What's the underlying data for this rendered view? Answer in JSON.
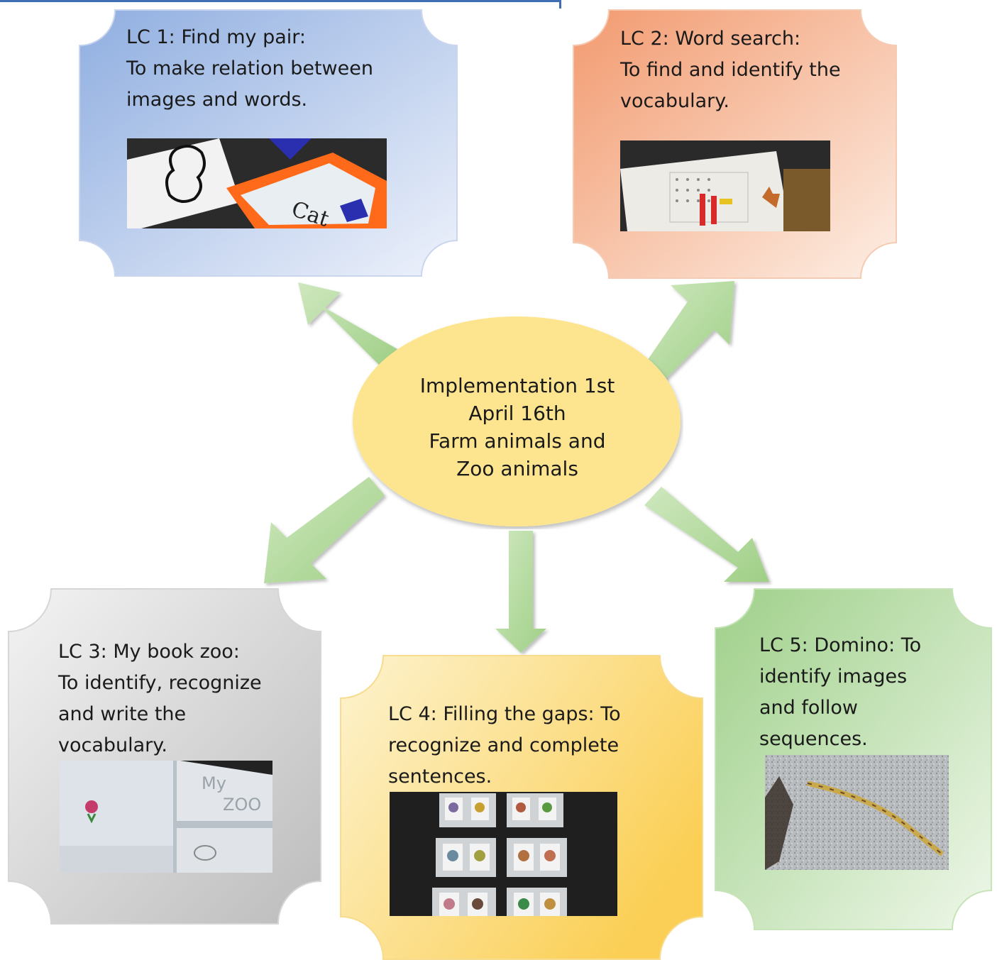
{
  "center": {
    "lines": [
      "Implementation 1st",
      "April 16th",
      "Farm animals and",
      "Zoo animals"
    ],
    "fill": "#fde58f"
  },
  "cards": {
    "lc1": {
      "lines": [
        "LC 1: Find my pair:",
        "To make relation between",
        "images and words."
      ],
      "color": "#a9bfe4",
      "photo_label": "Cat"
    },
    "lc2": {
      "lines": [
        "LC 2: Word search:",
        "To find and identify the",
        "vocabulary."
      ],
      "color": "#f4a884"
    },
    "lc3": {
      "lines": [
        "LC 3: My book zoo:",
        "To identify, recognize",
        "and write the",
        "vocabulary."
      ],
      "color": "#c8c8c8",
      "photo_label": "My",
      "photo_label_2": "ZOO"
    },
    "lc4": {
      "lines": [
        "LC 4: Filling the gaps: To",
        "recognize and complete",
        "sentences."
      ],
      "color": "#fbd66a"
    },
    "lc5": {
      "lines": [
        "LC 5: Domino: To",
        "identify images",
        "and follow",
        "sequences."
      ],
      "color": "#a9d594"
    }
  },
  "arrow_color": "#b7dc9f",
  "icons": [
    "arrow-up-left-icon",
    "arrow-up-right-icon",
    "arrow-down-left-icon",
    "arrow-down-icon",
    "arrow-down-right-icon"
  ]
}
